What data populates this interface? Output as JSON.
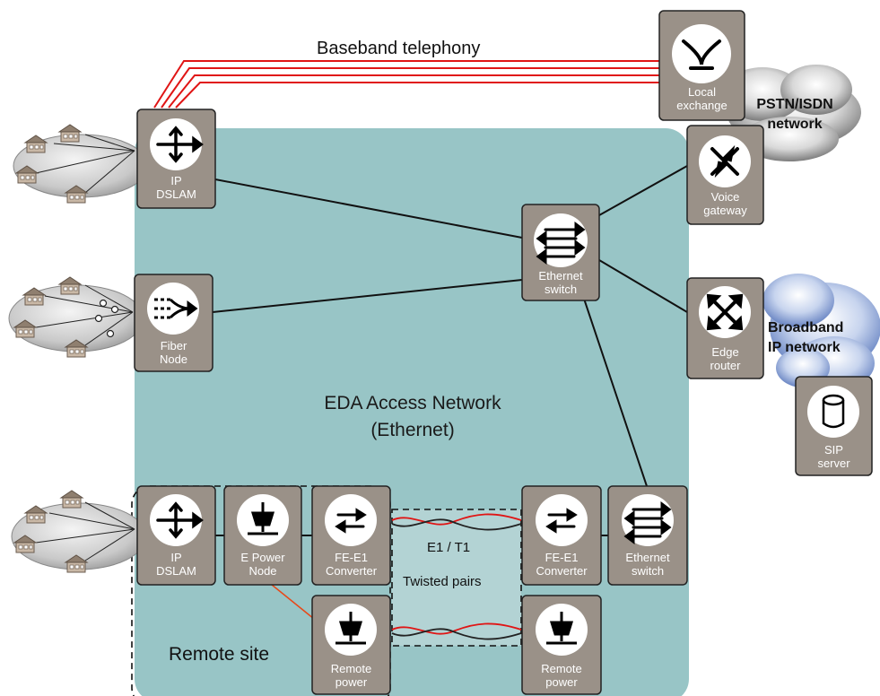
{
  "labels": {
    "baseband": "Baseband telephony",
    "network_title": "EDA Access Network",
    "network_subtitle": "(Ethernet)",
    "pstn": "PSTN/ISDN",
    "pstn2": "network",
    "broadband": "Broadband",
    "broadband2": "IP network",
    "e1": "E1 / T1",
    "twisted": "Twisted pairs",
    "remote_site": "Remote site"
  },
  "devices": {
    "local_exchange": {
      "l1": "Local",
      "l2": "exchange",
      "icon": "exchange-icon"
    },
    "voice_gateway": {
      "l1": "Voice",
      "l2": "gateway",
      "icon": "gateway-icon"
    },
    "ip_dslam_top": {
      "l1": "IP",
      "l2": "DSLAM",
      "icon": "dslam-icon"
    },
    "ethernet_switch_top": {
      "l1": "Ethernet",
      "l2": "switch",
      "icon": "switch-icon"
    },
    "fiber_node": {
      "l1": "Fiber",
      "l2": "Node",
      "icon": "fiber-node-icon"
    },
    "edge_router": {
      "l1": "Edge",
      "l2": "router",
      "icon": "router-icon"
    },
    "sip_server": {
      "l1": "SIP",
      "l2": "server",
      "icon": "database-icon"
    },
    "ip_dslam_bottom": {
      "l1": "IP",
      "l2": "DSLAM",
      "icon": "dslam-icon"
    },
    "e_power_node": {
      "l1": "E Power",
      "l2": "Node",
      "icon": "power-plug-icon"
    },
    "fe_e1_left": {
      "l1": "FE-E1",
      "l2": "Converter",
      "icon": "converter-icon"
    },
    "fe_e1_right": {
      "l1": "FE-E1",
      "l2": "Converter",
      "icon": "converter-icon"
    },
    "ethernet_switch_bottom": {
      "l1": "Ethernet",
      "l2": "switch",
      "icon": "switch-icon"
    },
    "remote_power_left": {
      "l1": "Remote",
      "l2": "power",
      "icon": "power-plug-icon"
    },
    "remote_power_right": {
      "l1": "Remote",
      "l2": "power",
      "icon": "power-plug-icon"
    }
  },
  "colors": {
    "network_bg": "#98c5c6",
    "device_box": "#9a9188",
    "telephony_line": "#e01515",
    "pstn_cloud": "#7a7a7a",
    "broadband_cloud": "#6f8ec9"
  }
}
